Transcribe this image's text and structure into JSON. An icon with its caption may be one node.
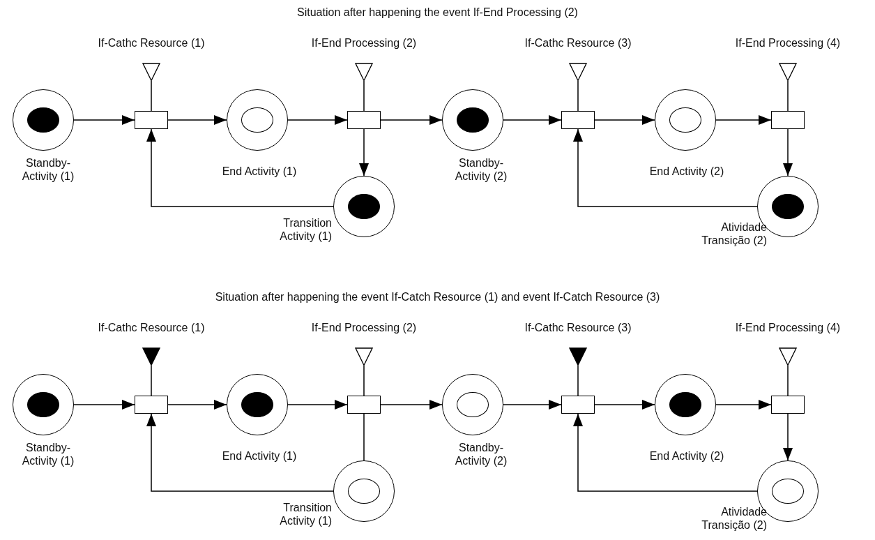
{
  "diagram": {
    "nodes": [
      {
        "text": [],
        "shape": "triangle",
        "beside": [
          "If-Cathc Resource (1)"
        ]
      },
      {
        "text": [],
        "shape": "triangle",
        "beside": [
          "If-End Processing (2)"
        ]
      },
      {
        "text": [],
        "shape": "triangle",
        "beside": [
          "If-Cathc Resource (3)"
        ]
      },
      {
        "text": [],
        "shape": "triangle",
        "beside": [
          "If-End Processing (4)"
        ]
      },
      {
        "text": [],
        "shape": "circle",
        "beside": [
          "Standby-Activity (1)"
        ]
      },
      {
        "text": [],
        "shape": "dot",
        "in": 4
      },
      {
        "text": [],
        "shape": "box"
      },
      {
        "text": [],
        "shape": "circle",
        "beside": [
          "End Activity (1)"
        ]
      },
      {
        "text": [],
        "shape": "ellipse",
        "in": 7
      },
      {
        "text": [],
        "shape": "box"
      },
      {
        "text": [],
        "shape": "circle",
        "beside": [
          "Standby-Activity (2)"
        ]
      },
      {
        "text": [],
        "shape": "dot",
        "in": 10
      },
      {
        "text": [],
        "shape": "box"
      },
      {
        "text": [],
        "shape": "circle",
        "beside": [
          "End Activity (2)"
        ]
      },
      {
        "text": [],
        "shape": "ellipse",
        "in": 13
      },
      {
        "text": [],
        "shape": "box"
      },
      {
        "text": [],
        "shape": "circle",
        "beside": [
          "Transition Activity (1)"
        ]
      },
      {
        "text": [],
        "shape": "dot",
        "in": 16
      },
      {
        "text": [],
        "shape": "circle",
        "beside": [
          "Atividade Transição (2)"
        ]
      },
      {
        "text": [],
        "shape": "dot",
        "in": 18
      },
      {
        "text": [],
        "shape": "solid-triangle",
        "beside": [
          "If-Cathc Resource (1)"
        ]
      },
      {
        "text": [],
        "shape": "triangle",
        "beside": [
          "If-End Processing (2)"
        ]
      },
      {
        "text": [],
        "shape": "solid-triangle",
        "beside": [
          "If-Cathc Resource (3)"
        ]
      },
      {
        "text": [],
        "shape": "triangle",
        "beside": [
          "If-End Processing (4)"
        ]
      },
      {
        "text": [],
        "shape": "circle",
        "beside": [
          "Standby-Activity (1)"
        ]
      },
      {
        "text": [],
        "shape": "dot",
        "in": 24
      },
      {
        "text": [],
        "shape": "box"
      },
      {
        "text": [],
        "shape": "circle",
        "beside": [
          "End Activity (1)"
        ]
      },
      {
        "text": [],
        "shape": "dot",
        "in": 27
      },
      {
        "text": [],
        "shape": "box"
      },
      {
        "text": [],
        "shape": "circle",
        "beside": [
          "Standby-Activity (2)"
        ]
      },
      {
        "text": [],
        "shape": "ellipse",
        "in": 30
      },
      {
        "text": [],
        "shape": "box"
      },
      {
        "text": [],
        "shape": "circle",
        "beside": [
          "End Activity (2)"
        ]
      },
      {
        "text": [],
        "shape": "dot",
        "in": 33
      },
      {
        "text": [],
        "shape": "box"
      },
      {
        "text": [],
        "shape": "circle",
        "beside": [
          "Transition Activity (1)"
        ]
      },
      {
        "text": [],
        "shape": "ellipse",
        "in": 36
      },
      {
        "text": [],
        "shape": "circle",
        "beside": [
          "Atividade Transição (2)"
        ]
      },
      {
        "text": [],
        "shape": "ellipse",
        "in": 38
      }
    ],
    "edges": [
      {
        "from": 0,
        "to": 6,
        "arrow": "none"
      },
      {
        "from": 1,
        "to": 9,
        "arrow": "none"
      },
      {
        "from": 2,
        "to": 12,
        "arrow": "none"
      },
      {
        "from": 3,
        "to": 15,
        "arrow": "none"
      },
      {
        "from": 4,
        "to": 6,
        "arrow": "to"
      },
      {
        "from": 6,
        "to": 7,
        "arrow": "to"
      },
      {
        "from": 7,
        "to": 9,
        "arrow": "to"
      },
      {
        "from": 9,
        "to": 10,
        "arrow": "to"
      },
      {
        "from": 9,
        "to": 16,
        "arrow": "to"
      },
      {
        "from": 16,
        "to": 6,
        "arrow": "to"
      },
      {
        "from": 10,
        "to": 12,
        "arrow": "to"
      },
      {
        "from": 12,
        "to": 13,
        "arrow": "to"
      },
      {
        "from": 13,
        "to": 15,
        "arrow": "to"
      },
      {
        "from": 15,
        "to": 18,
        "arrow": "to"
      },
      {
        "from": 18,
        "to": 12,
        "arrow": "to"
      },
      {
        "from": 20,
        "to": 26,
        "arrow": "none"
      },
      {
        "from": 21,
        "to": 29,
        "arrow": "none"
      },
      {
        "from": 22,
        "to": 32,
        "arrow": "none"
      },
      {
        "from": 23,
        "to": 35,
        "arrow": "none"
      },
      {
        "from": 24,
        "to": 26,
        "arrow": "to"
      },
      {
        "from": 26,
        "to": 27,
        "arrow": "to"
      },
      {
        "from": 27,
        "to": 29,
        "arrow": "to"
      },
      {
        "from": 29,
        "to": 30,
        "arrow": "to"
      },
      {
        "from": 29,
        "to": 36,
        "arrow": "none"
      },
      {
        "from": 36,
        "to": 26,
        "arrow": "to"
      },
      {
        "from": 30,
        "to": 32,
        "arrow": "to"
      },
      {
        "from": 32,
        "to": 33,
        "arrow": "to"
      },
      {
        "from": 33,
        "to": 35,
        "arrow": "to"
      },
      {
        "from": 35,
        "to": 38,
        "arrow": "to"
      },
      {
        "from": 38,
        "to": 32,
        "arrow": "to"
      }
    ],
    "labels": [
      "Situation after happening the event If-End Processing (2)",
      "Situation after happening the event If-Catch Resource (1) and event If-Catch Resource (3)"
    ]
  }
}
